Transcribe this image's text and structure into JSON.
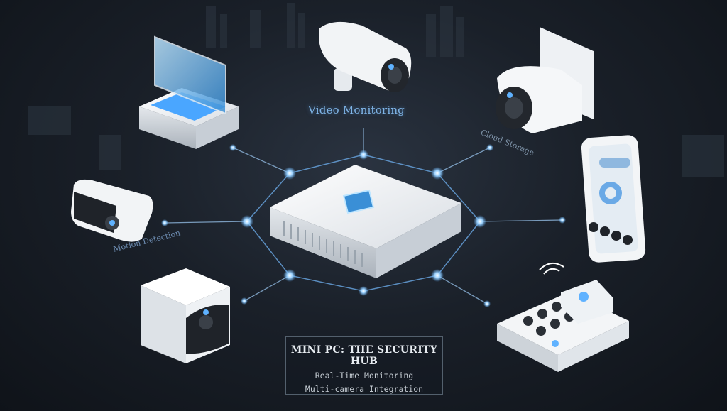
{
  "labels": {
    "video": "Video Monitoring",
    "cloud": "Cloud Storage",
    "motion": "Motion Detection"
  },
  "panel": {
    "title": "MINI PC: THE SECURITY HUB",
    "line1": "Real-Time Monitoring",
    "line2": "Multi-camera Integration"
  },
  "colors": {
    "glow": "#5fb2ff",
    "device": "#f1f3f5",
    "background": "#1a2029"
  },
  "icons": [
    "monitor-device-icon",
    "bullet-camera-icon",
    "dome-camera-icon",
    "box-camera-icon",
    "cube-camera-icon",
    "smartphone-icon",
    "control-hub-icon",
    "mini-pc-icon"
  ]
}
